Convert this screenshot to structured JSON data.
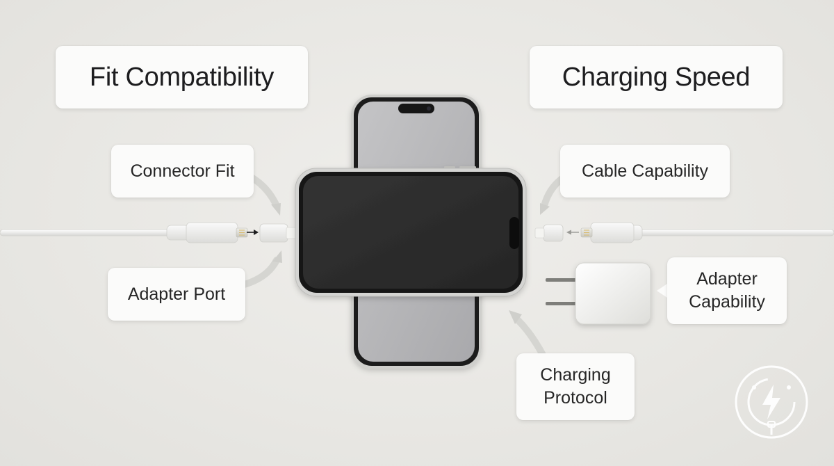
{
  "headings": {
    "fit_compatibility": "Fit Compatibility",
    "charging_speed": "Charging Speed"
  },
  "labels": {
    "connector_fit": "Connector Fit",
    "adapter_port": "Adapter Port",
    "cable_capability": "Cable Capability",
    "adapter_capability": "Adapter\nCapability",
    "charging_protocol": "Charging\nProtocol"
  },
  "icons": {
    "left_cable": "lightning-cable-icon",
    "left_adapter": "lightning-adapter-icon",
    "right_cable": "lightning-cable-icon",
    "right_adapter": "lightning-adapter-icon",
    "power_adapter": "power-adapter-icon",
    "watermark": "lightning-bolt-logo-icon"
  },
  "colors": {
    "background": "#e8e7e3",
    "card": "#fbfbfa",
    "phone_screen_dark": "#2f2f2f",
    "phone_screen_light": "#b7b7b9",
    "phone_frame": "#c9c9c7",
    "accent_arrow": "#d2d2cf"
  }
}
